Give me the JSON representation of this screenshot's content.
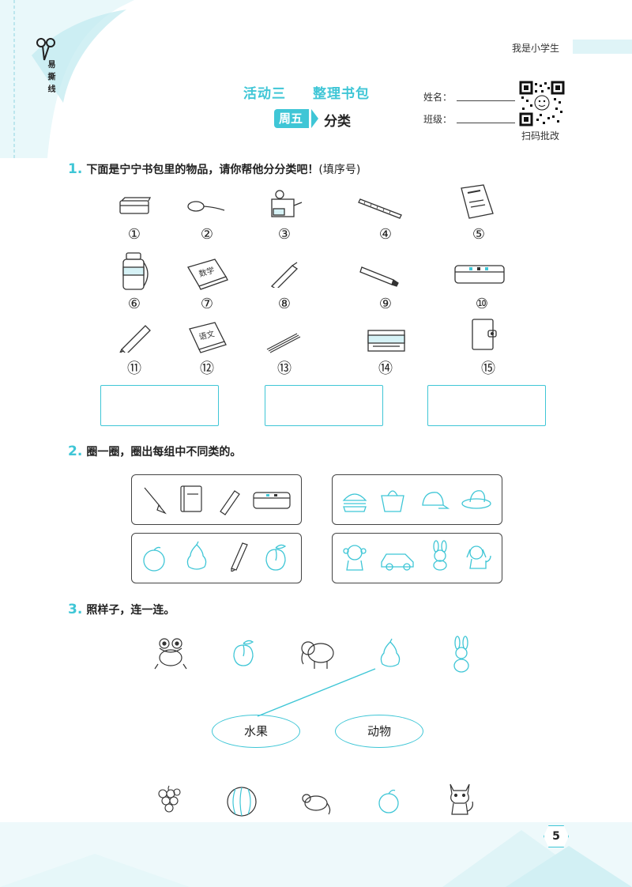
{
  "header": {
    "brand": "易 撕 线",
    "tag": "我是小学生",
    "title_part1": "活动三",
    "title_part2": "整理书包",
    "day_badge": "周五",
    "subtitle": "分类",
    "name_label": "姓名：",
    "class_label": "班级：",
    "qr_caption": "扫码批改"
  },
  "colors": {
    "accent": "#3fc6d6",
    "text": "#222222",
    "border": "#444444"
  },
  "q1": {
    "num": "1.",
    "text": "下面是宁宁书包里的物品，请你帮他分分类吧！",
    "note": "(填序号)",
    "items": [
      {
        "icon": "eraser-icon",
        "label": "①"
      },
      {
        "icon": "spoon-icon",
        "label": "②"
      },
      {
        "icon": "pencil-sharpener-icon",
        "label": "③"
      },
      {
        "icon": "ruler-icon",
        "label": "④"
      },
      {
        "icon": "exercise-book-icon",
        "label": "⑤"
      },
      {
        "icon": "water-bottle-icon",
        "label": "⑥"
      },
      {
        "icon": "math-book-icon",
        "label": "⑦"
      },
      {
        "icon": "pen-icon",
        "label": "⑧"
      },
      {
        "icon": "marker-icon",
        "label": "⑨"
      },
      {
        "icon": "pencil-case-icon",
        "label": "⑩"
      },
      {
        "icon": "pencil-icon",
        "label": "⑪"
      },
      {
        "icon": "chinese-book-icon",
        "label": "⑫"
      },
      {
        "icon": "refill-lead-icon",
        "label": "⑬"
      },
      {
        "icon": "crayon-box-icon",
        "label": "⑭"
      },
      {
        "icon": "wallet-icon",
        "label": "⑮"
      }
    ],
    "boxes": [
      "",
      "",
      ""
    ]
  },
  "q2": {
    "num": "2.",
    "text": "圈一圈，圈出每组中不同类的。",
    "groups": [
      {
        "icons": [
          "pen-nib-icon",
          "notebook-icon",
          "marker-icon",
          "pencil-case-icon"
        ]
      },
      {
        "icons": [
          "burger-icon",
          "bag-icon",
          "cap-icon",
          "hat-icon"
        ]
      },
      {
        "icons": [
          "orange-icon",
          "pear-icon",
          "pencil-icon",
          "peach-icon"
        ]
      },
      {
        "icons": [
          "monkey-icon",
          "car-icon",
          "rabbit-icon",
          "dog-icon"
        ]
      }
    ]
  },
  "q3": {
    "num": "3.",
    "text": "照样子，连一连。",
    "top_row": [
      "frog-icon",
      "peach-icon",
      "elephant-icon",
      "pear-icon",
      "rabbit-icon"
    ],
    "categories": [
      "水果",
      "动物"
    ],
    "bottom_row": [
      "grapes-icon",
      "watermelon-icon",
      "mouse-icon",
      "orange-icon",
      "cat-icon"
    ]
  },
  "footer": {
    "page": "5"
  }
}
